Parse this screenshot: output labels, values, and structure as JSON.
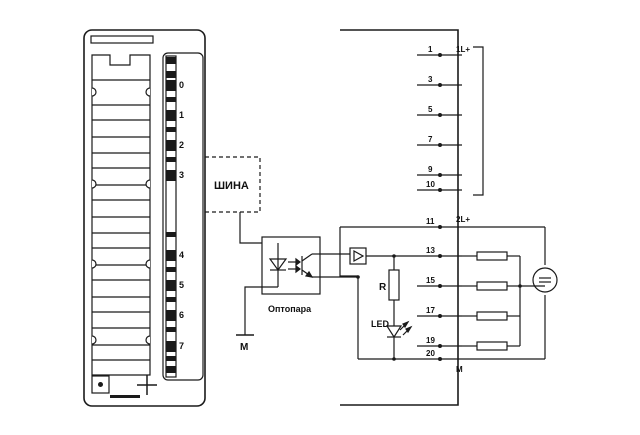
{
  "module": {
    "channels": [
      "0",
      "1",
      "2",
      "3",
      "4",
      "5",
      "6",
      "7"
    ]
  },
  "bus": {
    "label": "ШИНА"
  },
  "optocoupler": {
    "label": "Оптопара"
  },
  "ground": {
    "label": "M"
  },
  "circuit": {
    "resistor_label": "R",
    "led_label": "LED",
    "supply_labels": {
      "group1": "1L+",
      "group2": "2L+",
      "common": "M"
    },
    "terminals_group1": [
      "1",
      "3",
      "5",
      "7",
      "9",
      "10"
    ],
    "terminals_group2": [
      "11",
      "13",
      "15",
      "17",
      "19",
      "20"
    ]
  },
  "colors": {
    "line": "#1a1a1a",
    "background": "#ffffff"
  }
}
